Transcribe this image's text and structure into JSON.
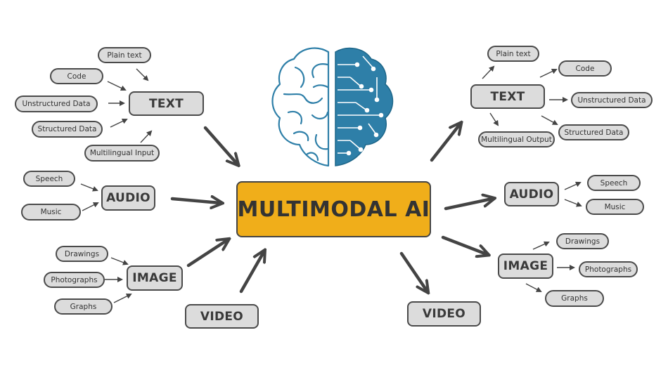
{
  "center": {
    "label": "MULTIMODAL AI"
  },
  "inputs": {
    "text": {
      "label": "TEXT",
      "items": [
        "Plain text",
        "Code",
        "Unstructured Data",
        "Structured Data",
        "Multilingual Input"
      ]
    },
    "audio": {
      "label": "AUDIO",
      "items": [
        "Speech",
        "Music"
      ]
    },
    "image": {
      "label": "IMAGE",
      "items": [
        "Drawings",
        "Photographs",
        "Graphs"
      ]
    },
    "video": {
      "label": "VIDEO"
    }
  },
  "outputs": {
    "text": {
      "label": "TEXT",
      "items": [
        "Plain text",
        "Code",
        "Unstructured Data",
        "Multilingual Output",
        "Structured Data"
      ]
    },
    "audio": {
      "label": "AUDIO",
      "items": [
        "Speech",
        "Music"
      ]
    },
    "image": {
      "label": "IMAGE",
      "items": [
        "Drawings",
        "Photographs",
        "Graphs"
      ]
    },
    "video": {
      "label": "VIDEO"
    }
  },
  "colors": {
    "accent": "#f0ae1a",
    "box_fill": "#dcdcdc",
    "stroke": "#4a4a4a",
    "brain_blue": "#2e7fa8"
  },
  "icons": {
    "brain": "brain-circuit-icon"
  }
}
